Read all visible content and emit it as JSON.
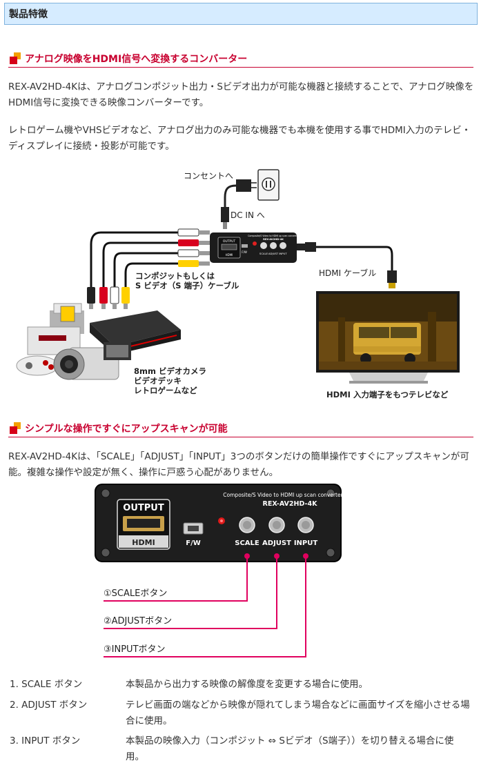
{
  "header": {
    "title": "製品特徴"
  },
  "section1": {
    "title": "アナログ映像をHDMI信号へ変換するコンバーター",
    "p1": "REX-AV2HD-4Kは、アナログコンポジット出力・Sビデオ出力が可能な機器と接続することで、アナログ映像をHDMI信号に変換できる映像コンバーターです。",
    "p2": "レトロゲーム機やVHSビデオなど、アナログ出力のみ可能な機器でも本機を使用する事でHDMI入力のテレビ・ディスプレイに接続・投影が可能です。"
  },
  "diagram1": {
    "outlet_label": "コンセントへ",
    "dcin_label": "DC IN へ",
    "hdmi_cable_label": "HDMI ケーブル",
    "composite_label_1": "コンポジットもしくは",
    "composite_label_2": "S ビデオ（S 端子）ケーブル",
    "source_label_1": "8mm ビデオカメラ",
    "source_label_2": "ビデオデッキ",
    "source_label_3": "レトロゲームなど",
    "tv_label": "HDMI 入力端子をもつテレビなど",
    "device_small": {
      "model_line_1": "Composite/S Video to HDMI up scan converter",
      "model_line_2": "REX-AV2HD-4K",
      "output": "OUTPUT",
      "hdmi": "HDMI",
      "fw": "F/W",
      "scale": "SCALE",
      "adjust": "ADJUST",
      "input": "INPUT"
    }
  },
  "section2": {
    "title": "シンプルな操作ですぐにアップスキャンが可能",
    "p1": "REX-AV2HD-4Kは、「SCALE」「ADJUST」「INPUT」3つのボタンだけの簡単操作ですぐにアップスキャンが可能。複雑な操作や設定が無く、操作に戸惑う心配がありません。"
  },
  "diagram2": {
    "model_line_1": "Composite/S Video to HDMI up scan converter",
    "model_line_2": "REX-AV2HD-4K",
    "output": "OUTPUT",
    "hdmi": "HDMI",
    "fw": "F/W",
    "scale": "SCALE",
    "adjust": "ADJUST",
    "input": "INPUT",
    "callout_1": "①SCALEボタン",
    "callout_2": "②ADJUSTボタン",
    "callout_3": "③INPUTボタン"
  },
  "list": [
    {
      "num": "1. SCALE ボタン",
      "desc": "本製品から出力する映像の解像度を変更する場合に使用。"
    },
    {
      "num": "2. ADJUST ボタン",
      "desc": "テレビ画面の端などから映像が隠れてしまう場合などに画面サイズを縮小させる場合に使用。"
    },
    {
      "num": "3. INPUT ボタン",
      "desc": "本製品の映像入力（コンポジット ⇔ Sビデオ（S端子））を切り替える場合に使用。"
    }
  ],
  "colors": {
    "accent": "#c8002f",
    "header_bg": "#d6ecff",
    "callout_line": "#e0005e"
  }
}
